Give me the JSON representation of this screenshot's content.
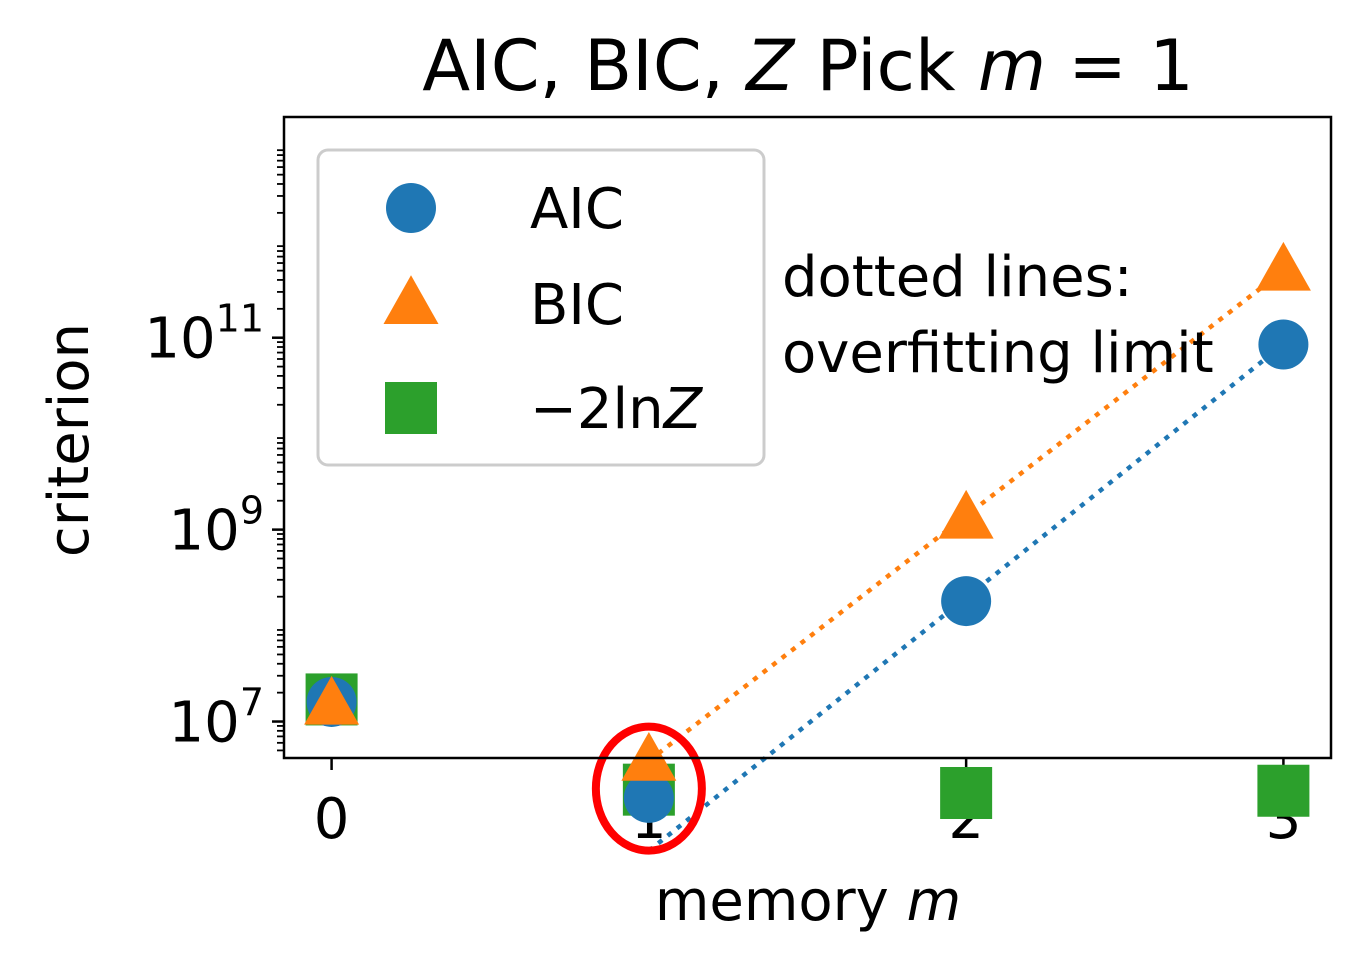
{
  "chart_data": {
    "type": "scatter",
    "title": {
      "prefix": "AIC, BIC, ",
      "var": "Z",
      "middle": " Pick ",
      "mvar": "m",
      "suffix": " = 1"
    },
    "xlabel": {
      "text": "memory ",
      "var": "m"
    },
    "ylabel": "criterion",
    "x_ticks": [
      0,
      1,
      2,
      3
    ],
    "y_scale": "log",
    "y_ticks": [
      {
        "exp": 7,
        "base": "10",
        "sup": "7"
      },
      {
        "exp": 9,
        "base": "10",
        "sup": "9"
      },
      {
        "exp": 11,
        "base": "10",
        "sup": "11"
      }
    ],
    "xlim": [
      -0.15,
      3.15
    ],
    "ylim_log10": [
      6.62,
      13.3
    ],
    "grid": false,
    "legend_position": "upper-left",
    "series": [
      {
        "name": "AIC",
        "marker": "circle",
        "color": "#1f77b4",
        "x": [
          0,
          1,
          2,
          3
        ],
        "y": [
          16000000,
          1600000,
          180000000,
          85000000000
        ]
      },
      {
        "name": "BIC",
        "marker": "triangle",
        "color": "#ff7f0e",
        "x": [
          0,
          1,
          2,
          3
        ],
        "y": [
          15000000,
          3900000,
          1300000000,
          500000000000
        ]
      },
      {
        "name": "−2ln",
        "name_var": "Z",
        "marker": "square",
        "color": "#2ca02c",
        "x": [
          0,
          1,
          2,
          3
        ],
        "y": [
          17000000,
          1950000,
          1800000,
          1900000
        ]
      }
    ],
    "overfitting_lines": [
      {
        "color": "#1f77b4",
        "x": [
          1,
          3
        ],
        "y": [
          450000,
          85000000000
        ]
      },
      {
        "color": "#ff7f0e",
        "x": [
          1,
          3
        ],
        "y": [
          3900000,
          500000000000
        ]
      }
    ],
    "annotation": {
      "line1": "dotted lines:",
      "line2": "overfitting limit"
    },
    "highlight": {
      "x": 1,
      "y": 2000000,
      "color": "#ff0000"
    }
  }
}
